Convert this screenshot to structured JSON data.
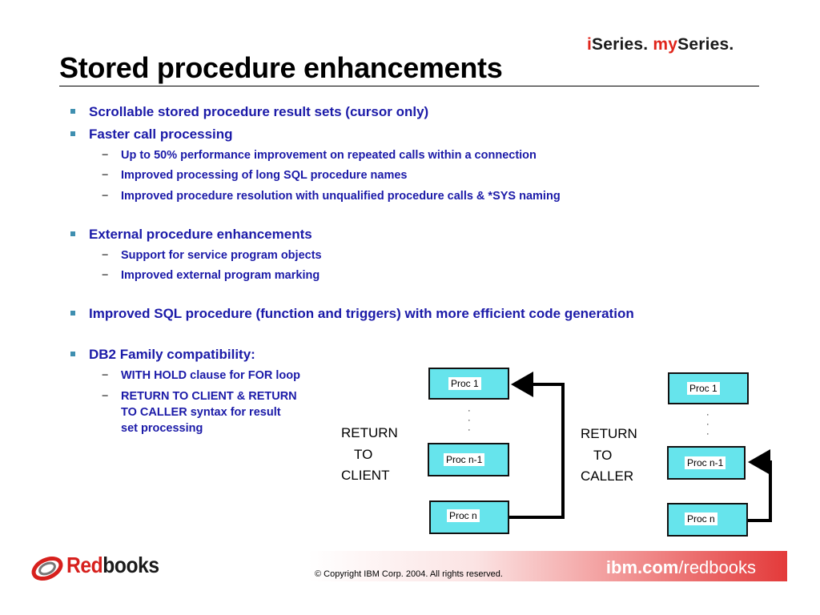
{
  "header": {
    "brand_part1_accent": "i",
    "brand_part1_rest": "Series. ",
    "brand_part2_accent": "my",
    "brand_part2_rest": "Series."
  },
  "title": "Stored procedure enhancements",
  "bullets": [
    {
      "text": "Scrollable stored procedure result sets (cursor only)"
    },
    {
      "text": "Faster call processing",
      "sub": [
        "Up to 50% performance improvement on repeated calls within a connection",
        "Improved  processing of long SQL procedure names",
        "Improved procedure resolution with unqualified procedure calls & *SYS naming"
      ]
    },
    {
      "text": "External procedure enhancements",
      "sub": [
        "Support for service program objects",
        "Improved external program marking"
      ]
    },
    {
      "text": "Improved SQL procedure (function and triggers) with more efficient code generation"
    },
    {
      "text": "DB2 Family compatibility:",
      "sub": [
        "WITH HOLD clause for FOR loop",
        "RETURN TO CLIENT & RETURN",
        "TO CALLER syntax for result",
        "set processing"
      ]
    }
  ],
  "diagram": {
    "left": {
      "label_line1": "RETURN",
      "label_line2": "TO",
      "label_line3": "CLIENT",
      "proc_first": "Proc 1",
      "proc_middle": "Proc n-1",
      "proc_last": "Proc n",
      "ellipsis": "·\n·\n·"
    },
    "right": {
      "label_line1": "RETURN",
      "label_line2": "TO",
      "label_line3": "CALLER",
      "proc_first": "Proc 1",
      "proc_middle": "Proc n-1",
      "proc_last": "Proc n",
      "ellipsis": "·\n·\n·"
    }
  },
  "footer": {
    "logo_red": "Red",
    "logo_rest": "books",
    "copyright": "© Copyright IBM Corp. 2004.  All rights reserved.",
    "url_bold": "ibm.com",
    "url_rest": "/redbooks"
  },
  "colors": {
    "bullet_text": "#1b1aa8",
    "proc_box": "#66e4ec",
    "brand_red": "#e0251b",
    "footer_red": "#e33a3a"
  }
}
